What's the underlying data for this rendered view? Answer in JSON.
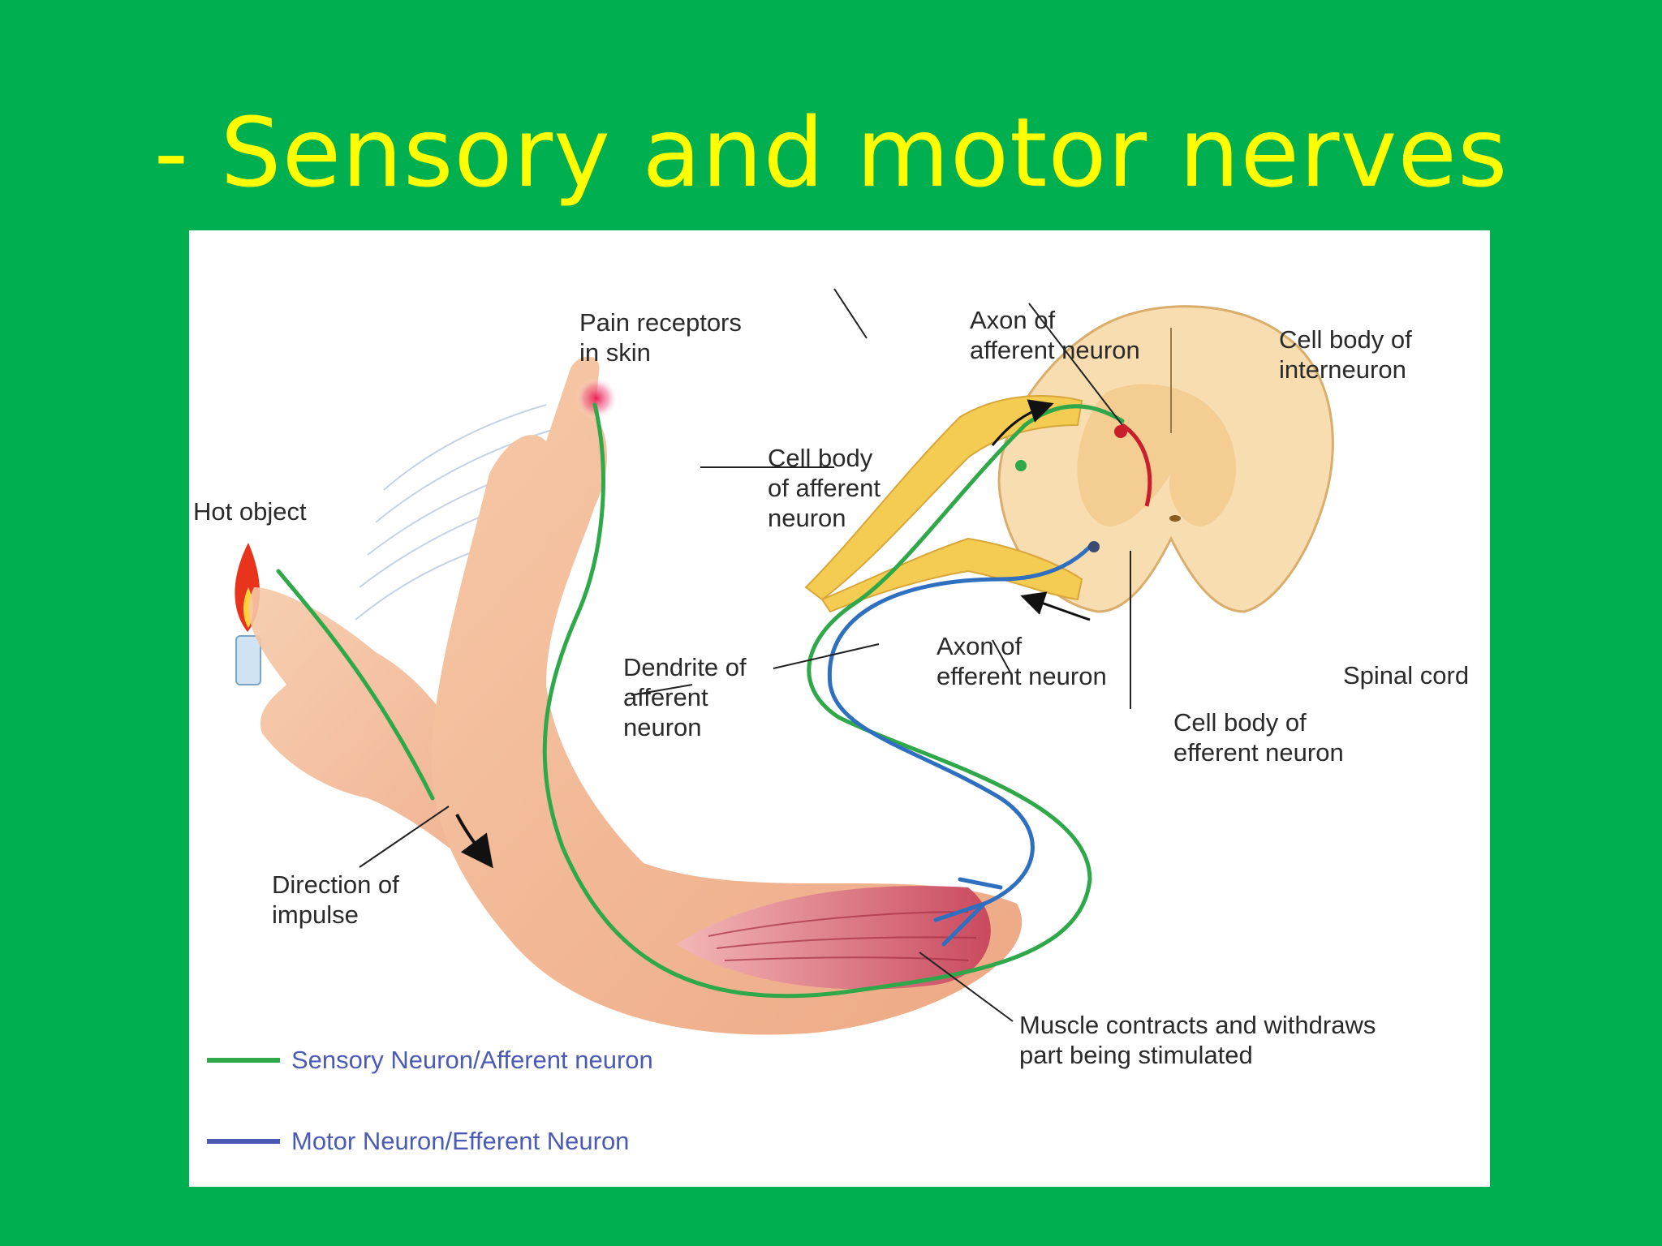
{
  "title": "- Sensory and motor nerves",
  "colors": {
    "background": "#00b050",
    "title": "#ffff00",
    "sensory": "#2fa84a",
    "motor": "#2e6fc0",
    "legend_text": "#4b5bb5"
  },
  "labels": {
    "pain_receptors": [
      "Pain receptors",
      "in skin"
    ],
    "axon_afferent": [
      "Axon of",
      "afferent neuron"
    ],
    "cell_body_interneuron": [
      "Cell body of",
      "interneuron"
    ],
    "hot_object": [
      "Hot object"
    ],
    "cell_body_afferent": [
      "Cell body",
      "of afferent",
      "neuron"
    ],
    "axon_efferent": [
      "Axon of",
      "efferent neuron"
    ],
    "spinal_cord": [
      "Spinal cord"
    ],
    "dendrite_afferent": [
      "Dendrite of",
      "afferent",
      "neuron"
    ],
    "cell_body_efferent": [
      "Cell body of",
      "efferent neuron"
    ],
    "direction_impulse": [
      "Direction of",
      "impulse"
    ],
    "muscle": [
      "Muscle contracts and withdraws",
      "part being stimulated"
    ]
  },
  "legend": {
    "sensory": "Sensory Neuron/Afferent neuron",
    "motor": "Motor Neuron/Efferent Neuron"
  },
  "icons": [
    "candle-flame-icon",
    "arrow-icon"
  ]
}
